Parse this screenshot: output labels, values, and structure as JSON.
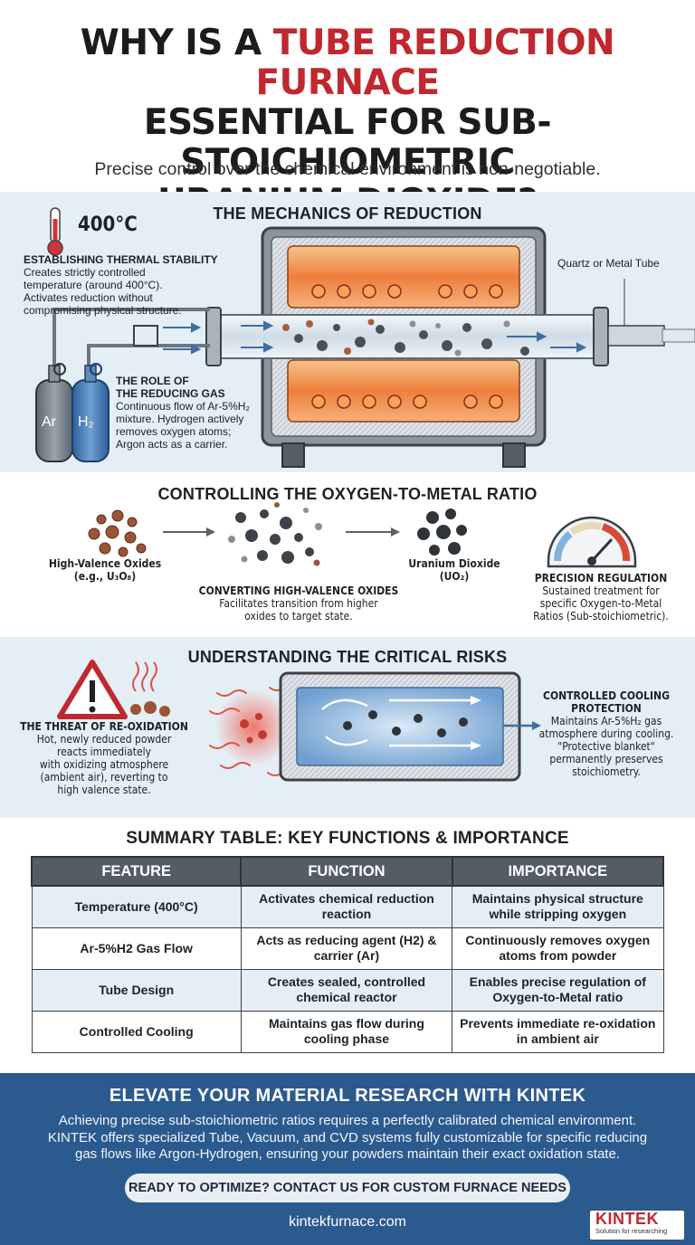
{
  "header": {
    "title_line1_a": "WHY IS A ",
    "title_line1_b": "TUBE REDUCTION FURNACE",
    "title_line2": "ESSENTIAL FOR SUB-STOICHIOMETRIC",
    "title_line3": "URANIUM DIOXIDE?",
    "subtitle": "Precise control over the chemical environment is non-negotiable."
  },
  "mechanics": {
    "title": "THE MECHANICS OF REDUCTION",
    "temp_value": "400°C",
    "thermal_heading": "ESTABLISHING THERMAL STABILITY",
    "thermal_body": [
      "Creates strictly controlled",
      "temperature (around 400°C).",
      "Activates reduction without",
      "compromising physical structure."
    ],
    "tube_label": "Quartz or Metal Tube",
    "gas_heading": [
      "THE ROLE OF",
      "THE REDUCING GAS"
    ],
    "gas_body": [
      "Continuous flow of Ar-5%H₂",
      "mixture. Hydrogen actively",
      "removes oxygen atoms;",
      "Argon acts as a carrier."
    ],
    "cyl_ar": "Ar",
    "cyl_h2": "H₂"
  },
  "ratio": {
    "title": "CONTROLLING THE OXYGEN-TO-METAL RATIO",
    "high_label": "High-Valence Oxides",
    "high_formula": "(e.g., U₃O₈)",
    "uo2_label": "Uranium Dioxide",
    "uo2_formula": "(UO₂)",
    "convert_heading": "CONVERTING HIGH-VALENCE OXIDES",
    "convert_body": [
      "Facilitates transition from higher",
      "oxides to target state."
    ],
    "precision_heading": "PRECISION REGULATION",
    "precision_body": [
      "Sustained treatment for",
      "specific Oxygen-to-Metal",
      "Ratios (Sub-stoichiometric)."
    ]
  },
  "risks": {
    "title": "UNDERSTANDING THE CRITICAL RISKS",
    "threat_heading": "THE THREAT OF RE-OXIDATION",
    "threat_body": [
      "Hot, newly reduced powder",
      "reacts immediately",
      "with oxidizing atmosphere",
      "(ambient air), reverting to",
      "high valence state."
    ],
    "cooling_heading": [
      "CONTROLLED COOLING",
      "PROTECTION"
    ],
    "cooling_body": [
      "Maintains Ar-5%H₂ gas",
      "atmosphere during cooling.",
      "\"Protective blanket\"",
      "permanently preserves",
      "stoichiometry."
    ]
  },
  "summary": {
    "title": "SUMMARY TABLE: KEY FUNCTIONS & IMPORTANCE",
    "headers": [
      "FEATURE",
      "FUNCTION",
      "IMPORTANCE"
    ],
    "rows": [
      [
        "Temperature (400°C)",
        "Activates chemical reduction reaction",
        "Maintains physical structure while stripping oxygen"
      ],
      [
        "Ar-5%H2 Gas Flow",
        "Acts as reducing agent (H2) & carrier (Ar)",
        "Continuously removes oxygen atoms from powder"
      ],
      [
        "Tube Design",
        "Creates sealed, controlled chemical reactor",
        "Enables precise regulation of Oxygen-to-Metal ratio"
      ],
      [
        "Controlled Cooling",
        "Maintains gas flow during cooling phase",
        "Prevents immediate re-oxidation in ambient air"
      ]
    ]
  },
  "footer": {
    "title": "ELEVATE YOUR MATERIAL RESEARCH WITH KINTEK",
    "body": [
      "Achieving precise sub-stoichiometric ratios requires a perfectly calibrated chemical environment.",
      "KINTEK offers specialized Tube, Vacuum, and CVD systems fully customizable for specific reducing",
      "gas flows like Argon-Hydrogen, ensuring your powders maintain their exact oxidation state."
    ],
    "cta": "READY TO OPTIMIZE? CONTACT US FOR CUSTOM FURNACE NEEDS",
    "site": "kintekfurnace.com",
    "logo_word": "KINTEK",
    "logo_tag": "Solution for researching"
  }
}
